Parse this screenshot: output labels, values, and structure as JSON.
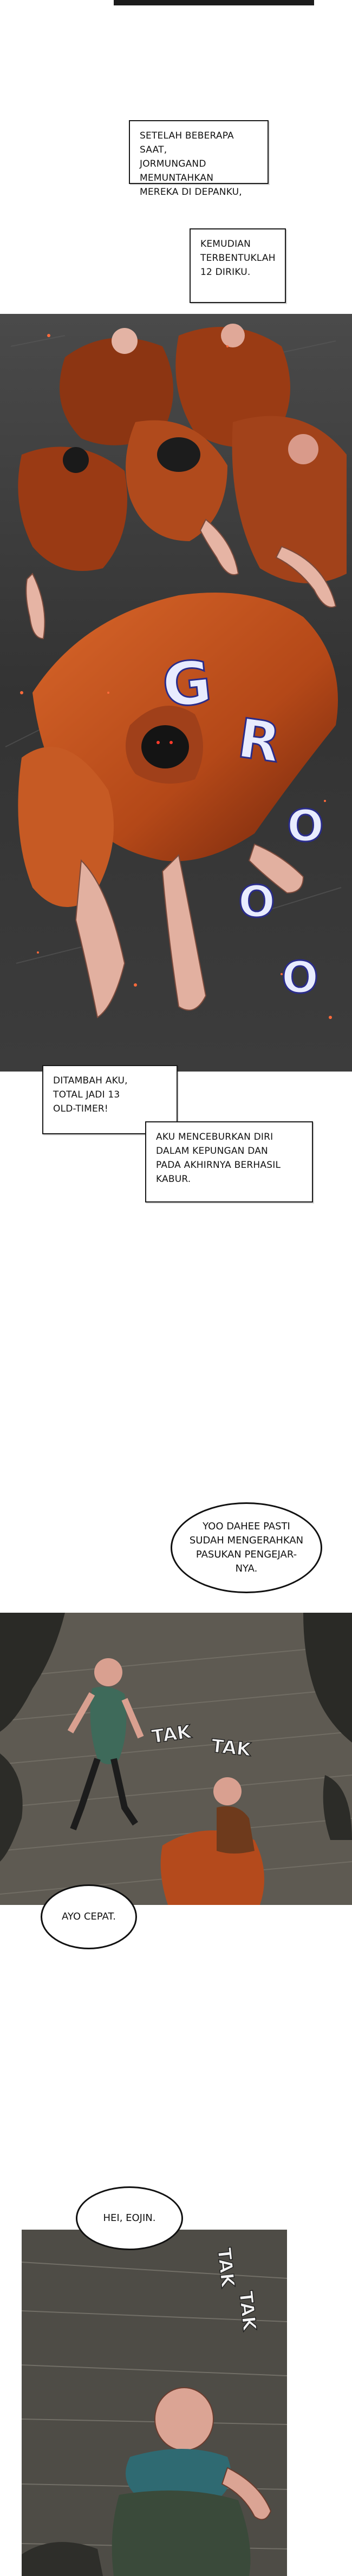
{
  "narration": {
    "box1": [
      "SETELAH BEBERAPA SAAT,",
      "JORMUNGAND MEMUNTAHKAN",
      "MEREKA DI DEPANKU,"
    ],
    "box2": [
      "KEMUDIAN",
      "TERBENTUKLAH",
      "12 DIRIKU."
    ],
    "box3": [
      "DITAMBAH AKU,",
      "TOTAL JADI 13",
      "OLD-TIMER!"
    ],
    "box4": [
      "AKU MENCEBURKAN DIRI",
      "DALAM KEPUNGAN DAN",
      "PADA AKHIRNYA BERHASIL",
      "KABUR."
    ]
  },
  "sfx": {
    "growl": [
      "G",
      "R",
      "O",
      "O",
      "O"
    ],
    "tak1": "TAK",
    "tak2": "TAK",
    "tak3": "TAK",
    "tak4": "TAK"
  },
  "bubbles": {
    "b1": [
      "YOO DAHEE PASTI",
      "SUDAH MENGERAHKAN",
      "PASUKAN PENGEJAR-",
      "NYA."
    ],
    "b2": [
      "AYO CEPAT."
    ],
    "b3": [
      "HEI, EOJIN."
    ]
  },
  "colors": {
    "cloak": "#c4511e",
    "cloak_dark": "#7a2a0e",
    "sfx_fill": "#e8ecff",
    "sfx_stroke": "#2a2c8a",
    "bg_dark": "#2b2b2b"
  }
}
